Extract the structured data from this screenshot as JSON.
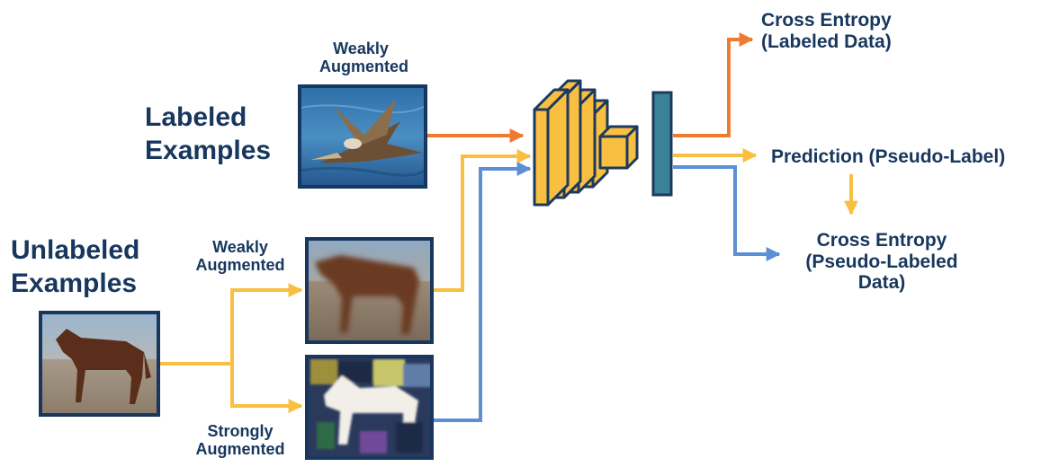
{
  "labeled_examples": {
    "line1": "Labeled",
    "line2": "Examples"
  },
  "unlabeled_examples": {
    "line1": "Unlabeled",
    "line2": "Examples"
  },
  "labeled_weak": {
    "line1": "Weakly",
    "line2": "Augmented"
  },
  "unlabeled_weak": {
    "line1": "Weakly",
    "line2": "Augmented"
  },
  "unlabeled_strong": {
    "line1": "Strongly",
    "line2": "Augmented"
  },
  "ce_labeled": {
    "line1": "Cross Entropy",
    "line2": "(Labeled Data)"
  },
  "prediction": {
    "text": "Prediction (Pseudo-Label)"
  },
  "ce_pseudo": {
    "line1": "Cross Entropy",
    "line2": "(Pseudo-Labeled",
    "line3": "Data)"
  },
  "colors": {
    "labeled_path": "#ee7b30",
    "weak_path": "#f9bf41",
    "strong_path": "#5b8fd6",
    "network_fill": "#f9bf41",
    "network_outline": "#1c3a5f",
    "output_layer": "#3a8396",
    "text": "#17375e"
  },
  "icons": {
    "labeled_image": "pelican-in-flight-photo",
    "unlabeled_image": "horse-photo",
    "weak_image": "blurred-horse-photo",
    "strong_image": "distorted-horse-photo",
    "network": "cnn-stack-icon",
    "output": "output-vector-icon"
  }
}
